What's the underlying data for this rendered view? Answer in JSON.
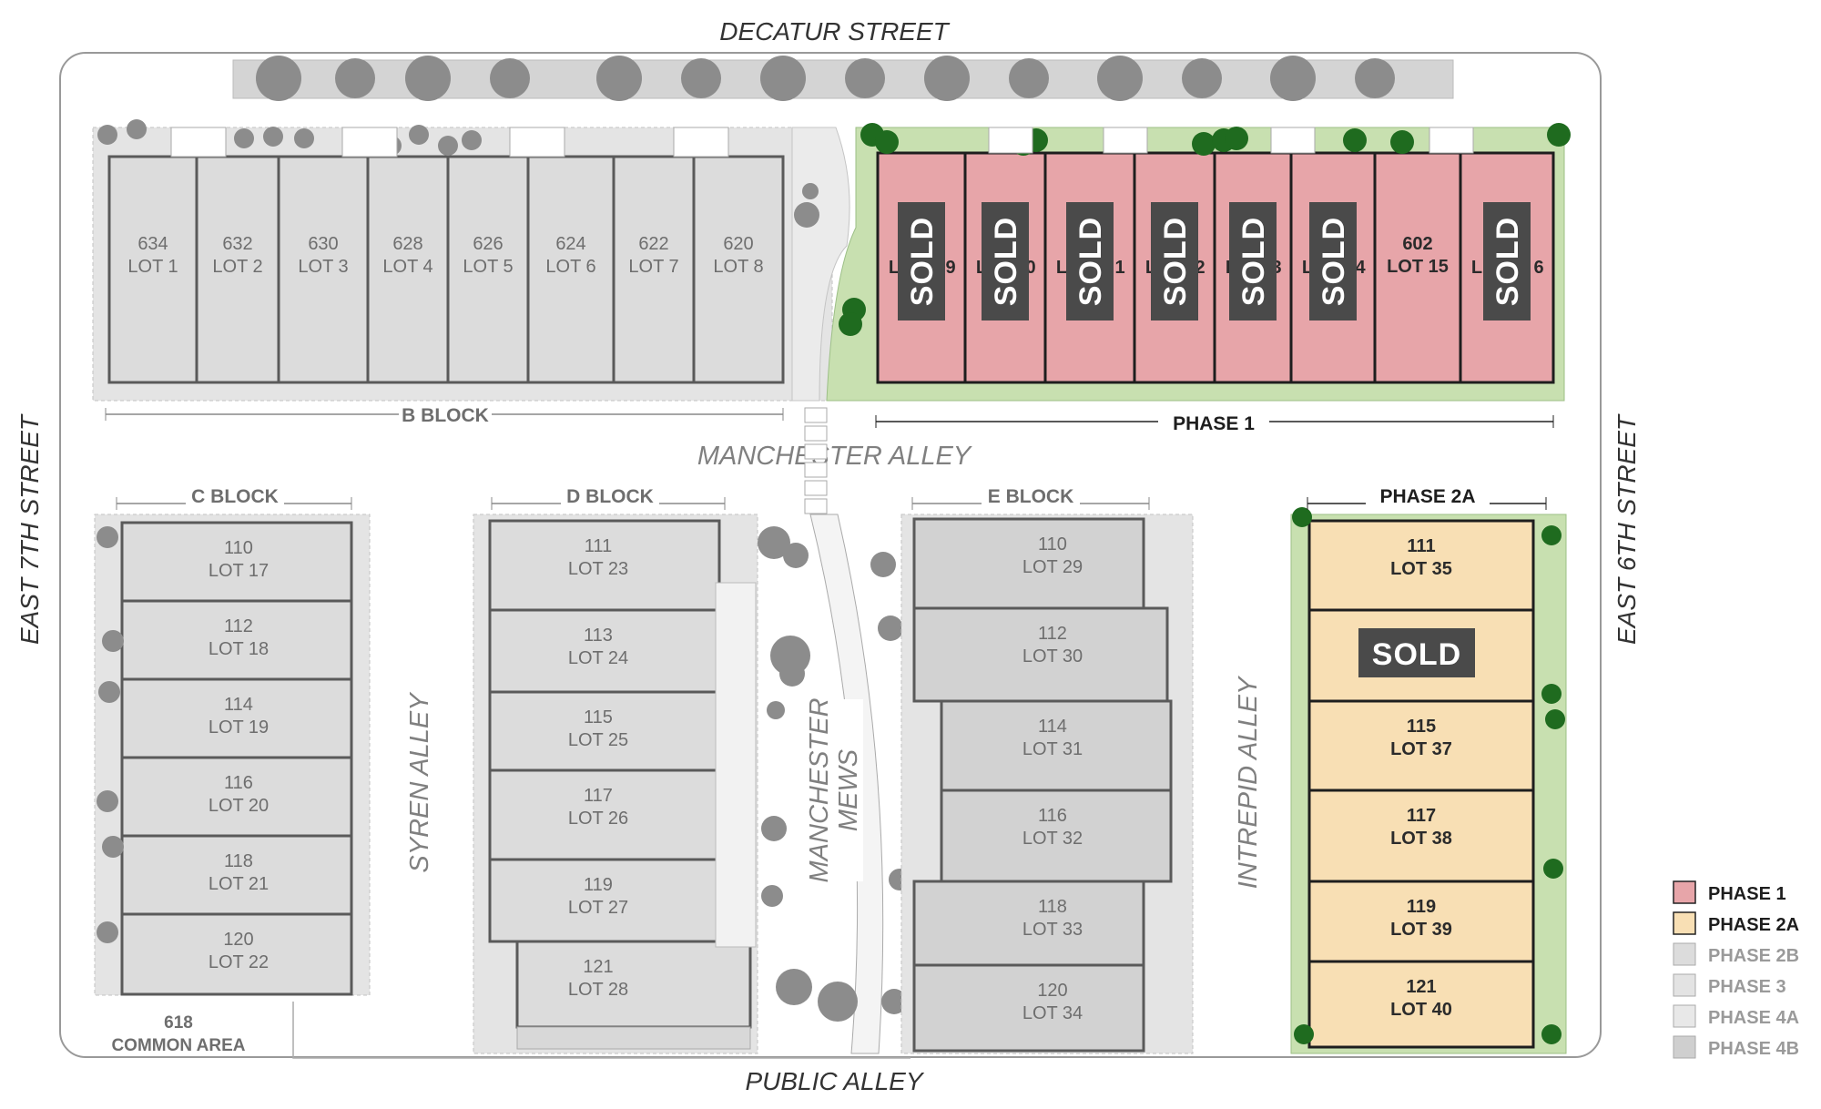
{
  "streets": {
    "north": "DECATUR STREET",
    "south": "PUBLIC ALLEY",
    "west": "EAST 7TH STREET",
    "east": "EAST 6TH STREET"
  },
  "alleys": {
    "manchester_alley": "MANCHESTER ALLEY",
    "syren_alley": "SYREN ALLEY",
    "intrepid_alley": "INTREPID ALLEY",
    "manchester_mews_1": "MANCHESTER",
    "manchester_mews_2": "MEWS"
  },
  "blocks": {
    "b_block": "B BLOCK",
    "phase_1": "PHASE 1",
    "c_block": "C BLOCK",
    "d_block": "D BLOCK",
    "e_block": "E BLOCK",
    "phase_2a": "PHASE 2A"
  },
  "b_lots": [
    {
      "number": "634",
      "lot": "LOT 1"
    },
    {
      "number": "632",
      "lot": "LOT 2"
    },
    {
      "number": "630",
      "lot": "LOT 3"
    },
    {
      "number": "628",
      "lot": "LOT 4"
    },
    {
      "number": "626",
      "lot": "LOT 5"
    },
    {
      "number": "624",
      "lot": "LOT 6"
    },
    {
      "number": "622",
      "lot": "LOT 7"
    },
    {
      "number": "620",
      "lot": "LOT 8"
    }
  ],
  "phase1_lots": [
    {
      "label": "SOLD",
      "partial_left": "L",
      "partial_right": "9",
      "sold": true
    },
    {
      "label": "SOLD",
      "partial_left": "L",
      "partial_right": "0",
      "sold": true
    },
    {
      "label": "SOLD",
      "partial_left": "L",
      "partial_right": "1",
      "sold": true
    },
    {
      "label": "SOLD",
      "partial_left": "L",
      "partial_right": "2",
      "sold": true
    },
    {
      "label": "SOLD",
      "partial_left": "L",
      "partial_right": "3",
      "sold": true
    },
    {
      "label": "SOLD",
      "partial_left": "L",
      "partial_right": "4",
      "sold": true
    },
    {
      "number": "602",
      "lot": "LOT 15",
      "sold": false
    },
    {
      "label": "SOLD",
      "partial_left": "L",
      "partial_right": "6",
      "sold": true
    }
  ],
  "c_lots": [
    {
      "number": "110",
      "lot": "LOT 17"
    },
    {
      "number": "112",
      "lot": "LOT 18"
    },
    {
      "number": "114",
      "lot": "LOT 19"
    },
    {
      "number": "116",
      "lot": "LOT 20"
    },
    {
      "number": "118",
      "lot": "LOT 21"
    },
    {
      "number": "120",
      "lot": "LOT 22"
    }
  ],
  "d_lots": [
    {
      "number": "111",
      "lot": "LOT 23"
    },
    {
      "number": "113",
      "lot": "LOT 24"
    },
    {
      "number": "115",
      "lot": "LOT 25"
    },
    {
      "number": "117",
      "lot": "LOT 26"
    },
    {
      "number": "119",
      "lot": "LOT 27"
    },
    {
      "number": "121",
      "lot": "LOT 28"
    }
  ],
  "e_lots": [
    {
      "number": "110",
      "lot": "LOT 29"
    },
    {
      "number": "112",
      "lot": "LOT 30"
    },
    {
      "number": "114",
      "lot": "LOT 31"
    },
    {
      "number": "116",
      "lot": "LOT 32"
    },
    {
      "number": "118",
      "lot": "LOT 33"
    },
    {
      "number": "120",
      "lot": "LOT 34"
    }
  ],
  "phase2a_lots": [
    {
      "number": "111",
      "lot": "LOT 35"
    },
    {
      "label": "SOLD"
    },
    {
      "number": "115",
      "lot": "LOT 37"
    },
    {
      "number": "117",
      "lot": "LOT 38"
    },
    {
      "number": "119",
      "lot": "LOT 39"
    },
    {
      "number": "121",
      "lot": "LOT 40"
    }
  ],
  "common_area": {
    "number": "618",
    "label": "COMMON AREA"
  },
  "legend": [
    {
      "label": "PHASE 1",
      "color": "#e7a5a9",
      "active": true
    },
    {
      "label": "PHASE 2A",
      "color": "#f8dfb4",
      "active": true
    },
    {
      "label": "PHASE 2B",
      "color": "#dcdcdc",
      "active": false
    },
    {
      "label": "PHASE 3",
      "color": "#e3e3e3",
      "active": false
    },
    {
      "label": "PHASE 4A",
      "color": "#e8e8e8",
      "active": false
    },
    {
      "label": "PHASE 4B",
      "color": "#cfcfcf",
      "active": false
    }
  ],
  "colors": {
    "phase1": "#e7a5a9",
    "phase2a": "#f8dfb4",
    "green": "#c8e0b0",
    "tree_dark": "#1f6b1f",
    "tree_gray": "#8c8c8c",
    "sold_badge": "#4a4a4a",
    "lot_gray": "#dcdcdc"
  }
}
